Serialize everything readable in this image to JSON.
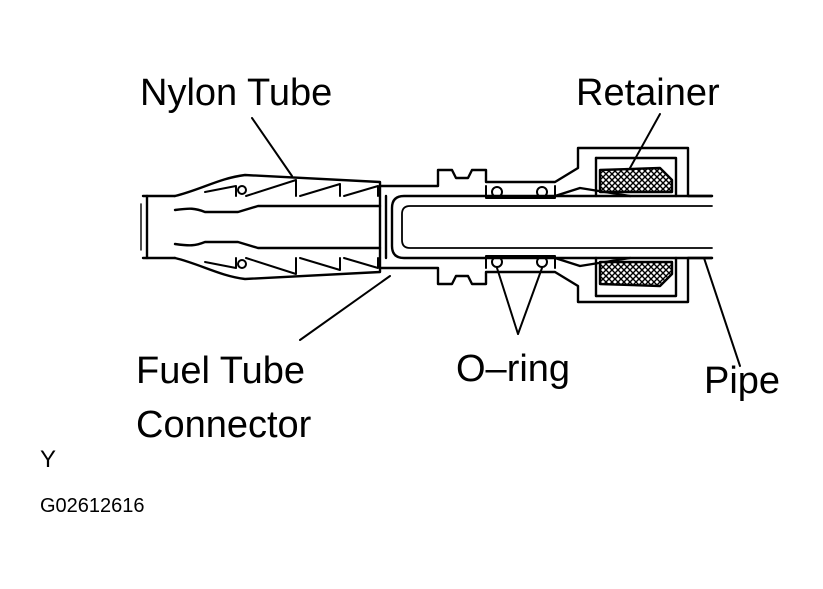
{
  "labels": {
    "nylon_tube": "Nylon Tube",
    "retainer": "Retainer",
    "fuel_tube_connector_line1": "Fuel Tube",
    "fuel_tube_connector_line2": "Connector",
    "o_ring": "O–ring",
    "pipe": "Pipe"
  },
  "corner_mark": "Y",
  "figure_code": "G02612616",
  "colors": {
    "ink": "#000000",
    "paper": "#ffffff"
  }
}
